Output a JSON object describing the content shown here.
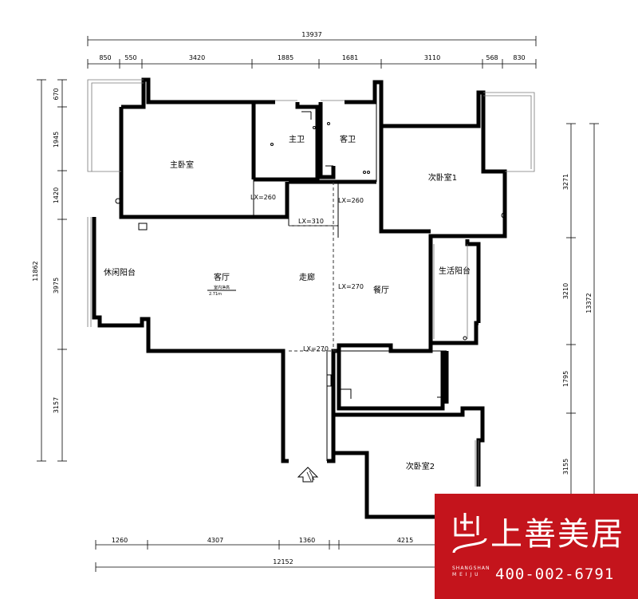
{
  "rooms": {
    "master_bedroom": "主卧室",
    "master_bath": "主卫",
    "guest_bath": "客卫",
    "second_bedroom_1": "次卧室1",
    "leisure_balcony": "休闲阳台",
    "living_room": "客厅",
    "living_room_sub": "室内净高",
    "living_room_sub2": "2.71m",
    "corridor": "走廊",
    "dining_room": "餐厅",
    "living_balcony": "生活阳台",
    "second_bedroom_2": "次卧室2"
  },
  "beam_labels": {
    "lx260_a": "LX=260",
    "lx260_b": "LX=260",
    "lx310": "LX=310",
    "lx270_a": "LX=270",
    "lx270_b": "LX=270"
  },
  "dimensions": {
    "top_total": "13937",
    "top": [
      "850",
      "550",
      "3420",
      "1885",
      "1681",
      "3110",
      "568",
      "830"
    ],
    "bottom": [
      "1260",
      "4307",
      "1360",
      "4215"
    ],
    "bottom_total": "12152",
    "left_total": "11862",
    "left": [
      "670",
      "1945",
      "1420",
      "3975",
      "3157"
    ],
    "right_total": "13372",
    "right": [
      "3271",
      "3210",
      "1795",
      "3155"
    ]
  },
  "logo": {
    "brand_text": "上善美居",
    "pinyin_top": "SHANGSHAN",
    "pinyin_bottom": "M E I J U",
    "phone": "400-002-6791",
    "color": "#c4141c"
  }
}
